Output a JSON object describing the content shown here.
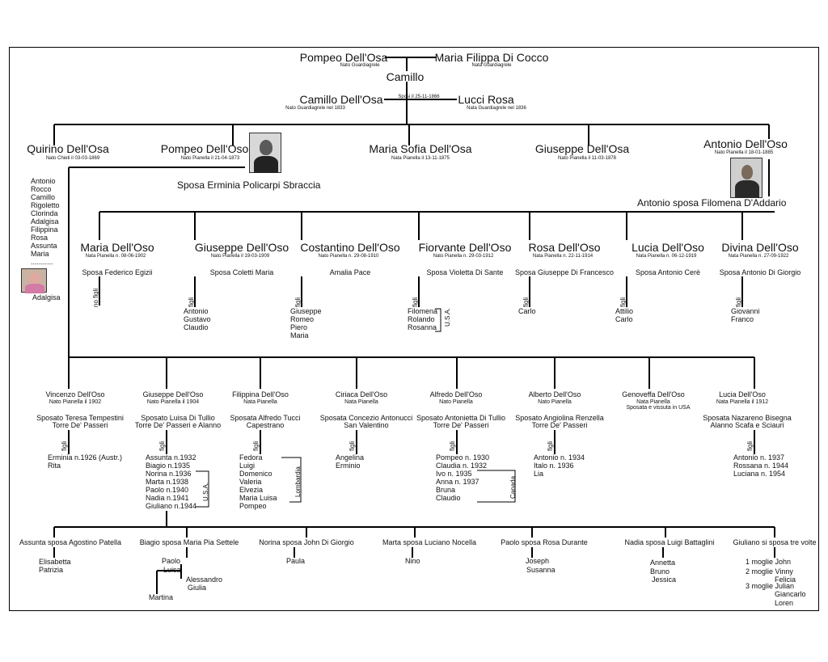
{
  "top": {
    "pompeo": "Pompeo Dell'Osa",
    "pompeo_note": "Nato Guardiagrele",
    "maria": "Maria Filippa Di Cocco",
    "maria_note": "Nata Guardiagrele",
    "camillo": "Camillo",
    "camillo2": "Camillo Dell'Osa",
    "camillo2_note": "Nato Guardiagrele nel 1833",
    "sposi": "Sposi il 25-11-1866",
    "lucci": "Lucci  Rosa",
    "lucci_note": "Nata Guardiagrele nel 1836"
  },
  "gen2": {
    "quirino": {
      "name": "Quirino Dell'Osa",
      "note": "Nato Chieti il 03-03-1869"
    },
    "pompeo": {
      "name": "Pompeo Dell'Oso",
      "note": "Nato Pianella il 21-04-1873"
    },
    "maria_sofia": {
      "name": "Maria Sofia Dell'Osa",
      "note": "Nata Pianella il 13-11-1875"
    },
    "giuseppe": {
      "name": "Giuseppe Dell'Osa",
      "note": "Nato Pianella il 11-03-1878"
    },
    "antonio": {
      "name": "Antonio Dell'Oso",
      "note": "Nato Pianella il 18-01-1885"
    },
    "sposa_erminia": "Sposa Erminia Policarpi Sbraccia",
    "antonio_sposa": "Antonio sposa Filomena D'Addario",
    "quirino_children": [
      "Antonio",
      "Rocco",
      "Camillo",
      "Rigoletto",
      "Clorinda",
      "Adalgisa",
      "Filippina",
      "Rosa",
      "Assunta",
      "Maria",
      "..........."
    ],
    "adalgisa": "Adalgisa"
  },
  "gen3": [
    {
      "name": "Maria Dell'Oso",
      "note": "Nata Pianella n. 08-06-1902",
      "spouse": "Sposa Federico Egizii",
      "tag": "no figli",
      "children": []
    },
    {
      "name": "Giuseppe Dell'Oso",
      "note": "Nato Pianella il 19-03-1909",
      "spouse": "Sposa Coletti Maria",
      "tag": "figli",
      "children": [
        "Antonio",
        "Gustavo",
        "Claudio"
      ]
    },
    {
      "name": "Costantino Dell'Oso",
      "note": "Nato Pianella n. 29-08-1910",
      "spouse": "Amalia Pace",
      "tag": "figli",
      "children": [
        "Giuseppe",
        "Romeo",
        "Piero",
        "Maria"
      ]
    },
    {
      "name": "Fiorvante Dell'Oso",
      "note": "Nato Pianella n. 29-03-1912",
      "spouse": "Sposa Violetta Di Sante",
      "tag": "figli",
      "children": [
        "Filomena",
        "Rolando",
        "Rosanna"
      ],
      "country": "U.S.A."
    },
    {
      "name": "Rosa Dell'Oso",
      "note": "Nata Pianella n. 22-11-1914",
      "spouse": "Sposa Giuseppe Di Francesco",
      "tag": "figli",
      "children": [
        "Carlo"
      ]
    },
    {
      "name": "Lucia Dell'Oso",
      "note": "Nata Pianella n. 06-12-1919",
      "spouse": "Sposa Antonio Cerè",
      "tag": "figli",
      "children": [
        "Attilio",
        "Carlo"
      ]
    },
    {
      "name": "Divina Dell'Oso",
      "note": "Nata Pianella n. 27-09-1922",
      "spouse": "Sposa Antonio Di Giorgio",
      "tag": "figli",
      "children": [
        "Giovanni",
        "Franco"
      ]
    }
  ],
  "gen3b": [
    {
      "name": "Vincenzo Dell'Oso",
      "note": "Nato Pianella il 1902",
      "spouse": "Sposato Teresa Tempestini",
      "spouse2": "Torre De' Passeri",
      "tag": "figli",
      "children": [
        "Erminia n.1926  (Austr.)",
        "Rita"
      ]
    },
    {
      "name": "Giuseppe Dell'Oso",
      "note": "Nato Pianella il 1904",
      "spouse": "Sposato Luisa Di Tullio",
      "spouse2": "Torre De' Passeri e Alanno",
      "tag": "figli",
      "children": [
        "Assunta n.1932",
        "Biagio n.1935",
        "Norina n.1936",
        "Marta n.1938",
        "Paolo n.1940",
        "Nadia n.1941",
        "Giuliano n.1944"
      ],
      "country": "U.S.A."
    },
    {
      "name": "Filippina Dell'Oso",
      "note": "Nata Pianella",
      "spouse": "Sposata Alfredo Tucci",
      "spouse2": "Capestrano",
      "tag": "figli",
      "children": [
        "Fedora",
        "Luigi",
        "Domenico",
        "Valeria",
        "Elvezia",
        "Maria Luisa",
        "Pompeo"
      ],
      "country": "Lombardia"
    },
    {
      "name": "Ciriaca Dell'Oso",
      "note": "Nata Pianella",
      "spouse": "Sposata Concezio Antonucci",
      "spouse2": "San Valentino",
      "tag": "figli",
      "children": [
        "Angelina",
        "Erminio"
      ]
    },
    {
      "name": "Alfredo Dell'Oso",
      "note": "Nato Pianella",
      "spouse": "Sposato Antonietta Di Tullio",
      "spouse2": "Torre De' Passeri",
      "tag": "figli",
      "children": [
        "Pompeo n. 1930",
        "Claudia n. 1932",
        "Ivo n. 1935",
        "Anna n. 1937",
        "Bruna",
        "Claudio"
      ],
      "country": "Canada"
    },
    {
      "name": "Alberto Dell'Oso",
      "note": "Nato Pianella",
      "spouse": "Sposato Angiolina Renzella",
      "spouse2": "Torre De' Passeri",
      "tag": "figli",
      "children": [
        "Antonio n. 1934",
        "Italo n. 1936",
        "Lia"
      ]
    },
    {
      "name": "Genoveffa Dell'Oso",
      "note": "Nata Pianella",
      "spouse": "Sposata e vissuta in USA",
      "spouse2": "",
      "tag": "",
      "children": []
    },
    {
      "name": "Lucia Dell'Oso",
      "note": "Nata Pianella il  1912",
      "spouse": "Sposata Nazareno Bisegna",
      "spouse2": "Alanno Scafa e Sciauri",
      "tag": "figli",
      "children": [
        "Antonio n. 1937",
        "Rossana n. 1944",
        "Luciana n. 1954"
      ]
    }
  ],
  "gen4": [
    {
      "title": "Assunta sposa Agostino Patella",
      "children": [
        "Elisabetta",
        "Patrizia"
      ]
    },
    {
      "title": "Biagio sposa Maria Pia Settele",
      "children": [
        "Paolo",
        "Luisa",
        "Alessandro",
        "Giulia",
        "Martina"
      ]
    },
    {
      "title": "Norina sposa John Di Giorgio",
      "children": [
        "Paula"
      ]
    },
    {
      "title": "Marta  sposa Luciano Nocella",
      "children": [
        "Nino"
      ]
    },
    {
      "title": "Paolo sposa Rosa Durante",
      "children": [
        "Joseph",
        "Susanna"
      ]
    },
    {
      "title": "Nadia sposa Luigi Battaglini",
      "children": [
        "Annetta",
        "Bruno",
        "Jessica"
      ]
    },
    {
      "title": "Giuliano si sposa tre volte",
      "children": [
        "1 moglie John",
        "2 moglie Vinny",
        "Felicia",
        "3 moglie Julian",
        "Giancarlo",
        "Loren"
      ]
    }
  ],
  "icons": {
    "photo1": "man-portrait-icon",
    "photo2": "man-portrait-icon",
    "photo3": "woman-portrait-icon"
  }
}
